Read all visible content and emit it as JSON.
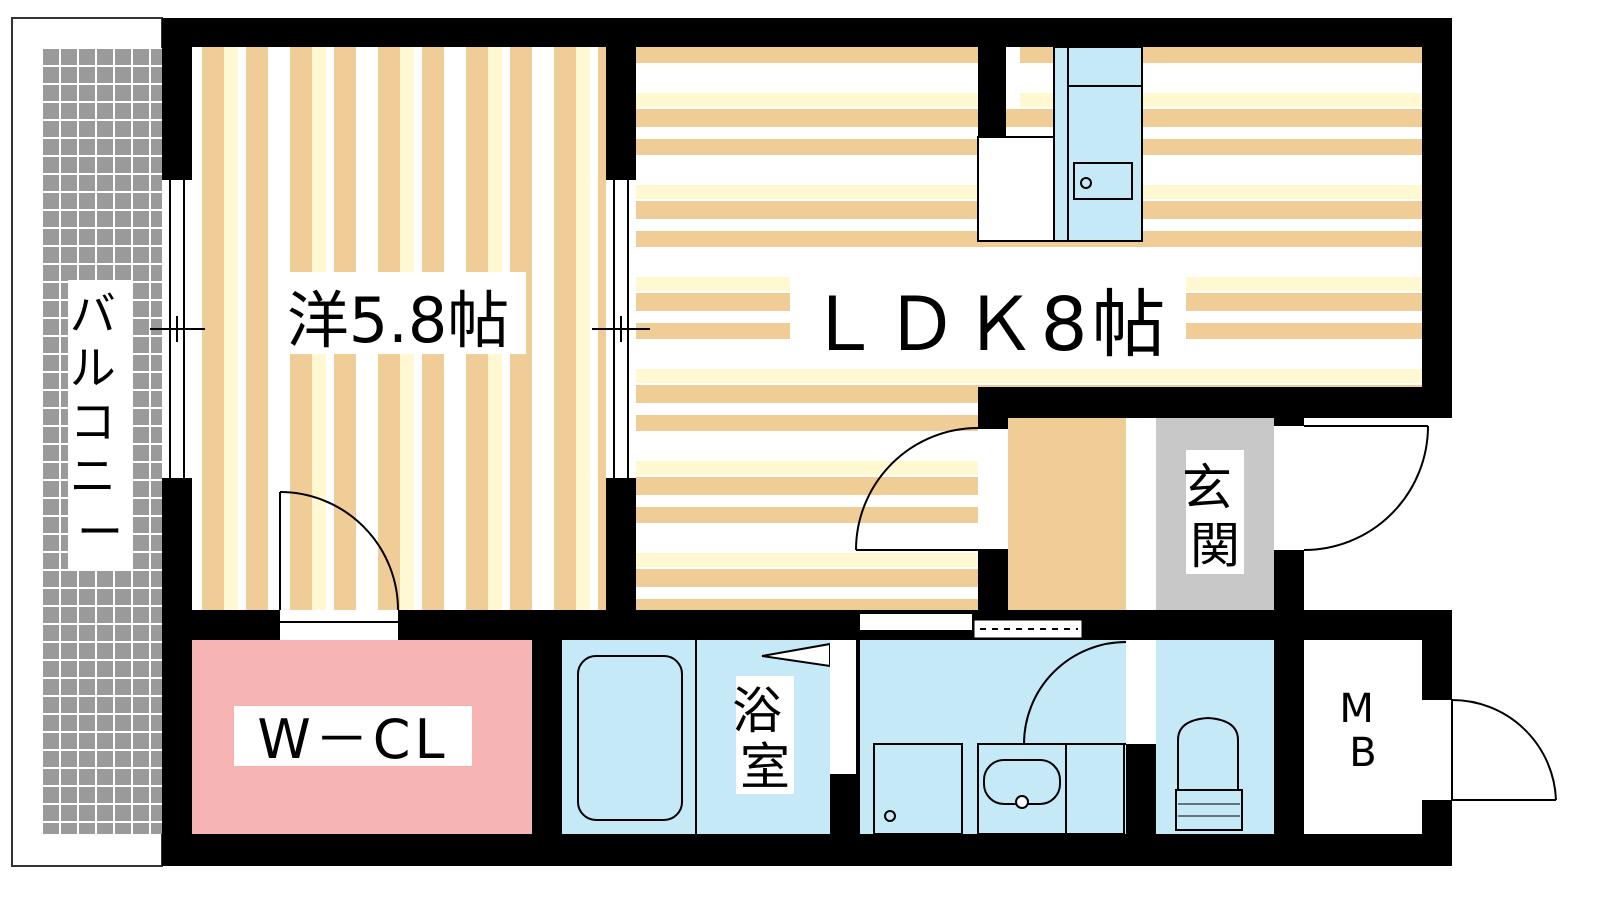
{
  "rooms": {
    "western": {
      "label": "洋5.8帖"
    },
    "ldk": {
      "label": "ＬＤＫ8帖"
    },
    "balcony": {
      "label_chars": [
        "バ",
        "ル",
        "コ",
        "ニ",
        "ー"
      ]
    },
    "wcl": {
      "label": "W－CL"
    },
    "bath": {
      "label_chars": [
        "浴",
        "室"
      ]
    },
    "entrance": {
      "label_chars": [
        "玄",
        "関"
      ]
    },
    "mb": {
      "label_chars": [
        "M",
        "B"
      ]
    }
  },
  "colors": {
    "wall": "#000000",
    "floor_stripe": "#f0cc96",
    "floor_light": "#fff8d0",
    "wet_area": "#c6e9f8",
    "closet": "#f7b4b4",
    "entrance_floor": "#c8c8c8",
    "balcony_grid": "#9a9a9a"
  }
}
